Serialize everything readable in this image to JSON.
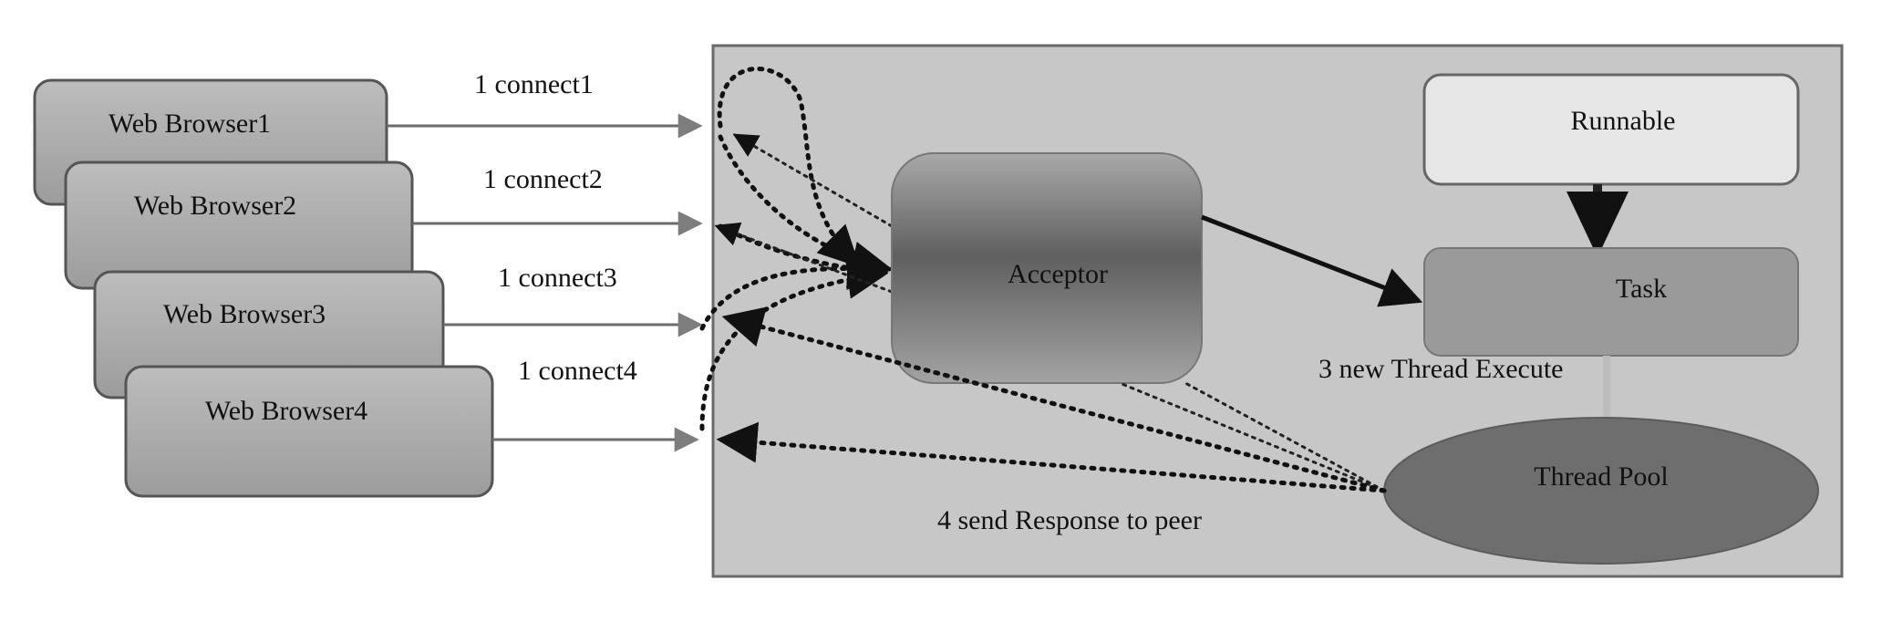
{
  "browsers": [
    {
      "label": "Web Browser1",
      "connect": "1 connect1"
    },
    {
      "label": "Web Browser2",
      "connect": "1 connect2"
    },
    {
      "label": "Web Browser3",
      "connect": "1 connect3"
    },
    {
      "label": "Web Browser4",
      "connect": "1 connect4"
    }
  ],
  "server": {
    "acceptor": "Acceptor",
    "runnable": "Runnable",
    "task": "Task",
    "thread_pool": "Thread Pool",
    "execute_label": "3 new Thread Execute",
    "response_label": "4 send Response to peer"
  }
}
